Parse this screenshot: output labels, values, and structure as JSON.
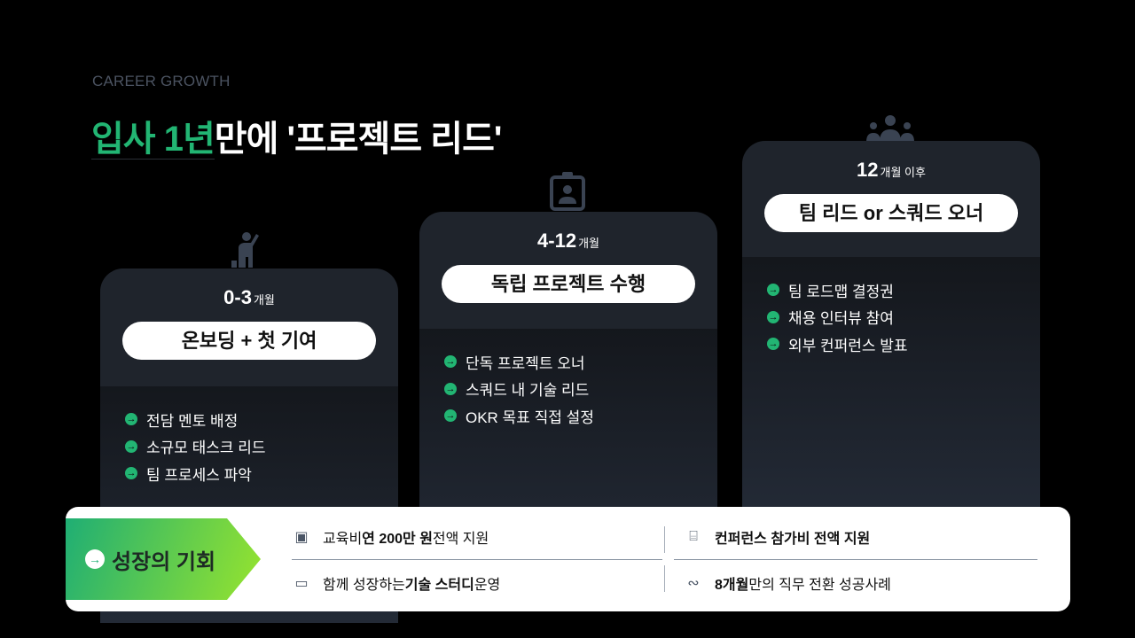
{
  "eyebrow": "CAREER GROWTH",
  "title": {
    "highlight": "입사 1년",
    "rest": "만에 '프로젝트 리드'"
  },
  "cards": [
    {
      "period": "0-3",
      "unit": "개월",
      "title": "온보딩 + 첫 기여",
      "icon": "person-waving-icon",
      "items": [
        "전담 멘토 배정",
        "소규모 태스크 리드",
        "팀 프로세스 파악"
      ]
    },
    {
      "period": "4-12",
      "unit": "개월",
      "title": "독립 프로젝트 수행",
      "icon": "id-badge-icon",
      "items": [
        "단독 프로젝트 오너",
        "스쿼드 내 기술 리드",
        "OKR 목표 직접 설정"
      ]
    },
    {
      "period": "12",
      "unit": "개월 이후",
      "title": "팀 리드 or 스쿼드 오너",
      "icon": "team-icon",
      "items": [
        "팀 로드맵 결정권",
        "채용 인터뷰 참여",
        "외부 컨퍼런스 발표"
      ]
    }
  ],
  "panel": {
    "label": "성장의 기회",
    "benefits": [
      {
        "icon": "money-icon",
        "pre": "교육비 ",
        "bold": "연 200만 원",
        "post": " 전액 지원"
      },
      {
        "icon": "ticket-icon",
        "pre": "",
        "bold": "컨퍼런스 참가비 전액 지원",
        "post": ""
      },
      {
        "icon": "chat-icon",
        "pre": "함께 성장하는 ",
        "bold": "기술 스터디",
        "post": " 운영"
      },
      {
        "icon": "route-icon",
        "pre": "",
        "bold": "8개월",
        "post": " 만의 직무 전환 성공사례"
      }
    ]
  },
  "colors": {
    "accent": "#22b573",
    "card_head": "#1f242c"
  }
}
